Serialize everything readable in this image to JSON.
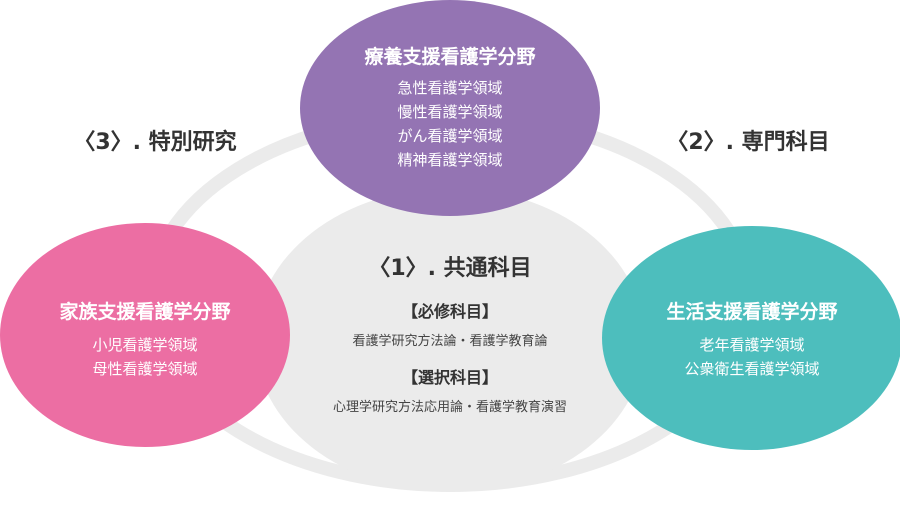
{
  "colors": {
    "ring": "#ebebeb",
    "center": "#ebebeb",
    "top": "#9474b3",
    "left": "#ec6ea3",
    "right": "#4dbebd",
    "text_dark": "#333333",
    "text_white": "#ffffff"
  },
  "sections": {
    "common": "〈1〉. 共通科目",
    "specialized": "〈2〉. 専門科目",
    "research": "〈3〉. 特別研究"
  },
  "center": {
    "required_heading": "【必修科目】",
    "required_text": "看護学研究方法論・看護学教育論",
    "elective_heading": "【選択科目】",
    "elective_text": "心理学研究方法応用論・看護学教育演習"
  },
  "top_circle": {
    "title": "療養支援看護学分野",
    "items": [
      "急性看護学領域",
      "慢性看護学領域",
      "がん看護学領域",
      "精神看護学領域"
    ]
  },
  "left_circle": {
    "title": "家族支援看護学分野",
    "items": [
      "小児看護学領域",
      "母性看護学領域"
    ]
  },
  "right_circle": {
    "title": "生活支援看護学分野",
    "items": [
      "老年看護学領域",
      "公衆衛生看護学領域"
    ]
  }
}
